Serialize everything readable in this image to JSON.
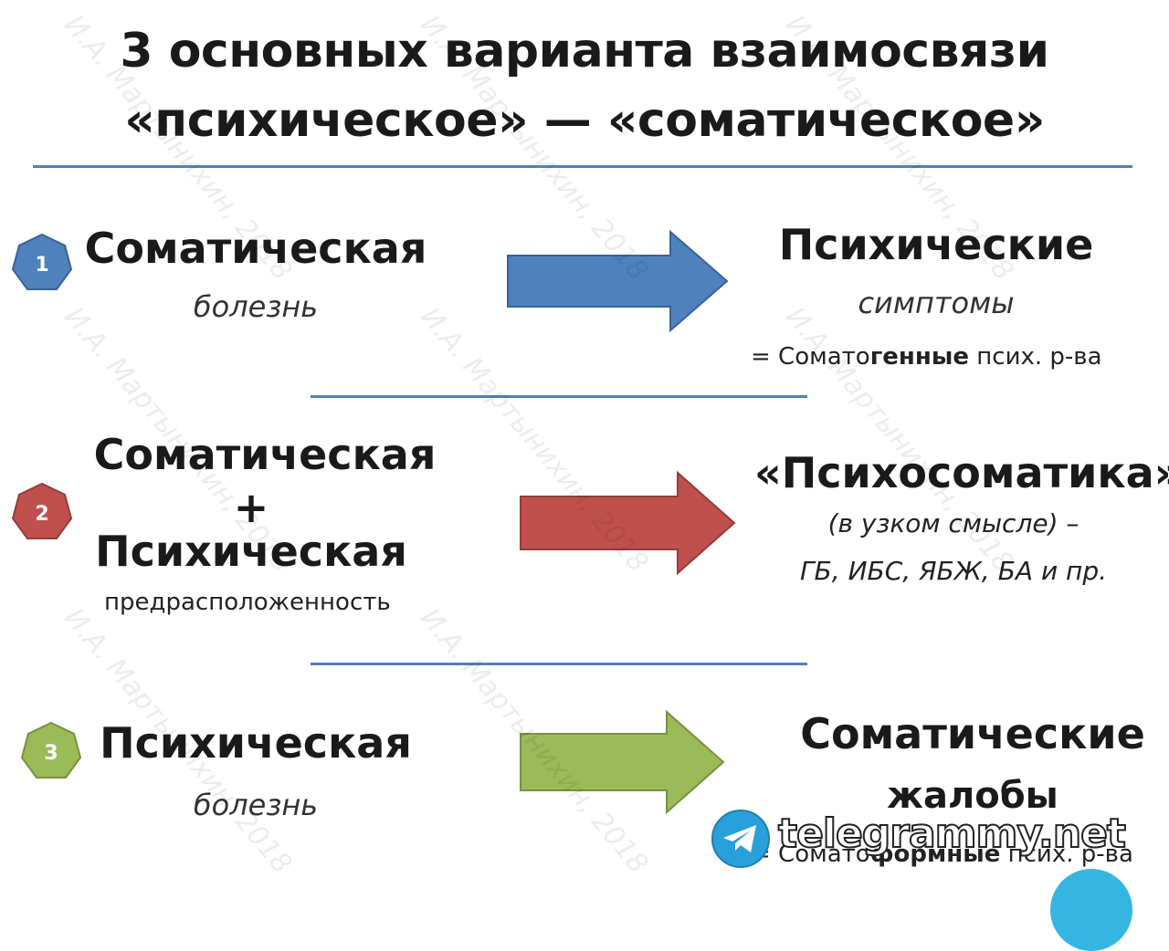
{
  "title": {
    "line1": "3 основных варианта взаимосвязи",
    "line2": "«психическое» — «соматическое»"
  },
  "rows": [
    {
      "number": "1",
      "color": "#4f81bd",
      "left_main": "Соматическая",
      "left_sub": "болезнь",
      "right_main": "Психические",
      "right_sub": "симптомы",
      "note_prefix": "= Сомато",
      "note_bold": "генные",
      "note_suffix": " псих. р-ва"
    },
    {
      "number": "2",
      "color": "#c0504d",
      "left_line1": "Соматическая",
      "left_plus": "+",
      "left_line2": "Психическая",
      "left_sub": "предрасположенность",
      "right_main": "«Психосоматика»",
      "right_sub1": "(в узком смысле) –",
      "right_sub2": "ГБ, ИБС, ЯБЖ, БА и пр."
    },
    {
      "number": "3",
      "color": "#9bbb59",
      "left_main": "Психическая",
      "left_sub": "болезнь",
      "right_main": "Соматические",
      "right_sub": "жалобы",
      "note_prefix": "= Сомато",
      "note_bold": "формные",
      "note_suffix": " псих. р-ва"
    }
  ],
  "watermark": "И.А. Мартынихин, 2018",
  "telegram_mark": "telegrammy.net"
}
